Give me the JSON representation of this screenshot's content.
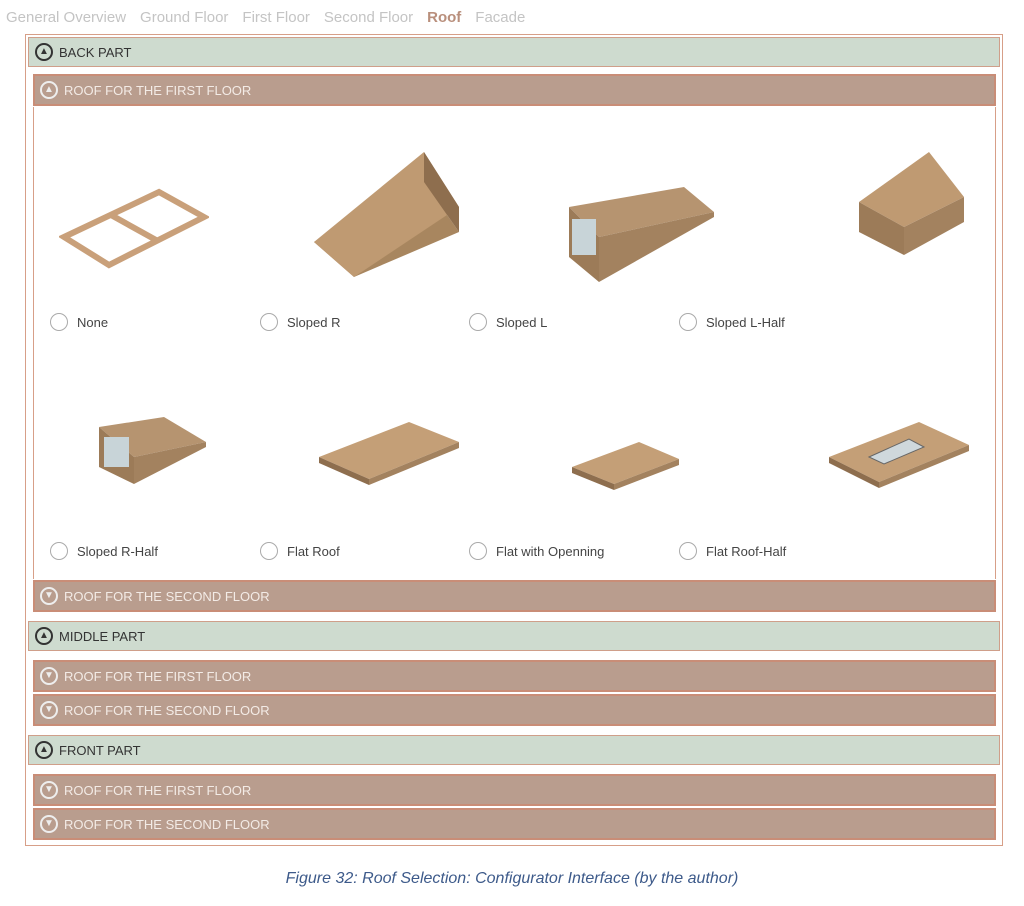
{
  "tabs": [
    "General Overview",
    "Ground Floor",
    "First Floor",
    "Second Floor",
    "Roof",
    "Facade"
  ],
  "active_tab": "Roof",
  "sections": [
    {
      "title": "BACK PART",
      "sub": [
        "ROOF FOR THE FIRST FLOOR",
        "ROOF FOR THE SECOND FLOOR"
      ]
    },
    {
      "title": "MIDDLE PART",
      "sub": [
        "ROOF FOR THE FIRST FLOOR",
        "ROOF FOR THE SECOND FLOOR"
      ]
    },
    {
      "title": "FRONT PART",
      "sub": [
        "ROOF FOR THE FIRST FLOOR",
        "ROOF FOR THE SECOND FLOOR"
      ]
    }
  ],
  "options": [
    "None",
    "Sloped R",
    "Sloped L",
    "Sloped L-Half",
    "Sloped R-Half",
    "Flat Roof",
    "Flat with Openning",
    "Flat Roof-Half"
  ],
  "caption": "Figure 32: Roof Selection: Configurator Interface (by the author)"
}
